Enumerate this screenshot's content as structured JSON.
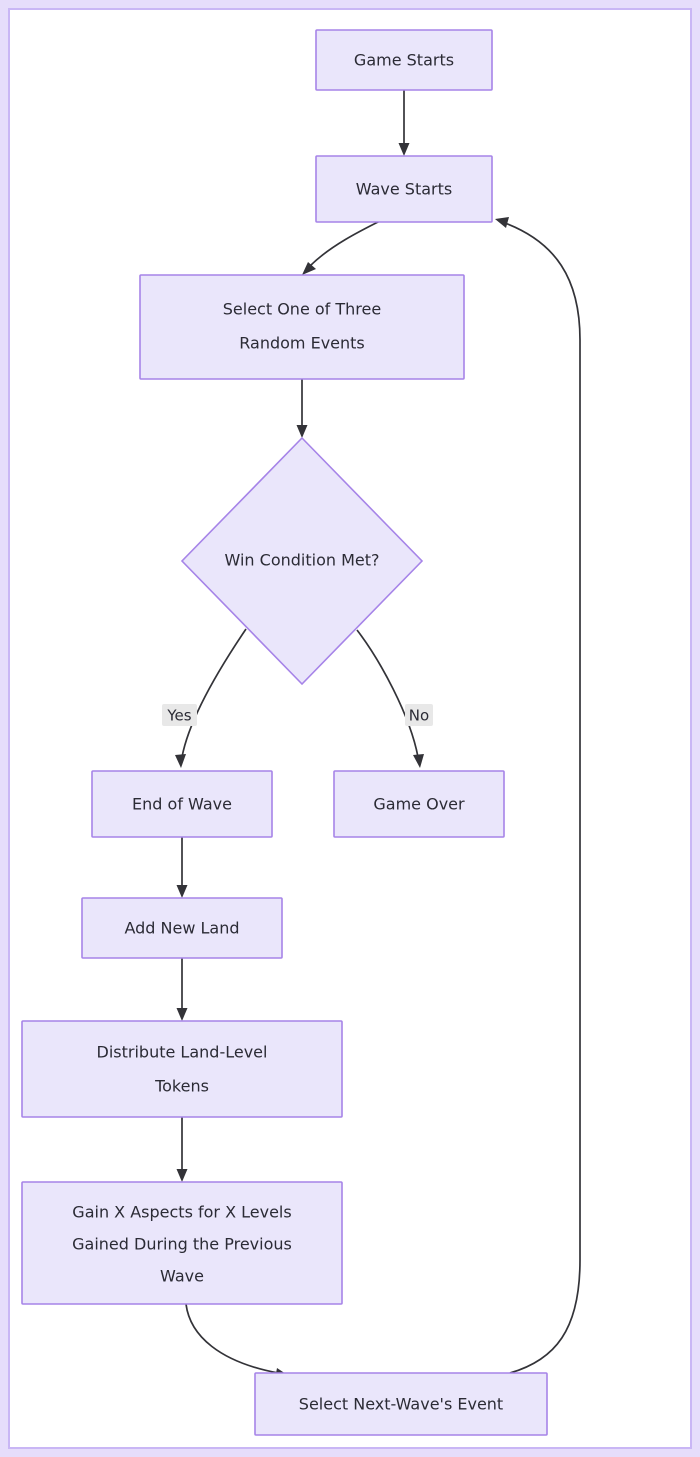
{
  "diagram": {
    "type": "flowchart",
    "orientation": "top-to-bottom",
    "title_visible": false,
    "theme": {
      "page_background": "#ffffff",
      "outer_band": "#e6ddfb",
      "frame_border": "#c9b6f5",
      "node_fill": "#eae6fb",
      "node_stroke": "#a684e8",
      "node_text": "#2b2b35",
      "edge_stroke": "#333338",
      "edge_label_background": "#e8e8e8"
    },
    "nodes": [
      {
        "id": "game-starts",
        "shape": "rect",
        "label": "Game Starts"
      },
      {
        "id": "wave-starts",
        "shape": "rect",
        "label": "Wave Starts"
      },
      {
        "id": "select-events",
        "shape": "rect",
        "label_lines": [
          "Select One of Three",
          "Random Events"
        ]
      },
      {
        "id": "win-condition",
        "shape": "diamond",
        "label": "Win Condition Met?"
      },
      {
        "id": "end-of-wave",
        "shape": "rect",
        "label": "End of Wave"
      },
      {
        "id": "game-over",
        "shape": "rect",
        "label": "Game Over"
      },
      {
        "id": "add-new-land",
        "shape": "rect",
        "label": "Add New Land"
      },
      {
        "id": "distribute",
        "shape": "rect",
        "label_lines": [
          "Distribute Land-Level",
          "Tokens"
        ]
      },
      {
        "id": "gain-aspects",
        "shape": "rect",
        "label_lines": [
          "Gain X Aspects for X Levels",
          "Gained During the Previous",
          "Wave"
        ]
      },
      {
        "id": "select-next-wave",
        "shape": "rect",
        "label": "Select Next-Wave's Event"
      }
    ],
    "edges": [
      {
        "from": "game-starts",
        "to": "wave-starts",
        "label": ""
      },
      {
        "from": "wave-starts",
        "to": "select-events",
        "label": ""
      },
      {
        "from": "select-events",
        "to": "win-condition",
        "label": ""
      },
      {
        "from": "win-condition",
        "to": "end-of-wave",
        "label": "Yes"
      },
      {
        "from": "win-condition",
        "to": "game-over",
        "label": "No"
      },
      {
        "from": "end-of-wave",
        "to": "add-new-land",
        "label": ""
      },
      {
        "from": "add-new-land",
        "to": "distribute",
        "label": ""
      },
      {
        "from": "distribute",
        "to": "gain-aspects",
        "label": ""
      },
      {
        "from": "gain-aspects",
        "to": "select-next-wave",
        "label": ""
      },
      {
        "from": "select-next-wave",
        "to": "wave-starts",
        "label": ""
      }
    ],
    "labels": {
      "game_starts": "Game Starts",
      "wave_starts": "Wave Starts",
      "select_events_line1": "Select One of Three",
      "select_events_line2": "Random Events",
      "win_condition": "Win Condition Met?",
      "yes": "Yes",
      "no": "No",
      "end_of_wave": "End of Wave",
      "game_over": "Game Over",
      "add_new_land": "Add New Land",
      "distribute_line1": "Distribute Land-Level",
      "distribute_line2": "Tokens",
      "gain_line1": "Gain X Aspects for X Levels",
      "gain_line2": "Gained During the Previous",
      "gain_line3": "Wave",
      "select_next_wave": "Select Next-Wave's Event"
    }
  }
}
